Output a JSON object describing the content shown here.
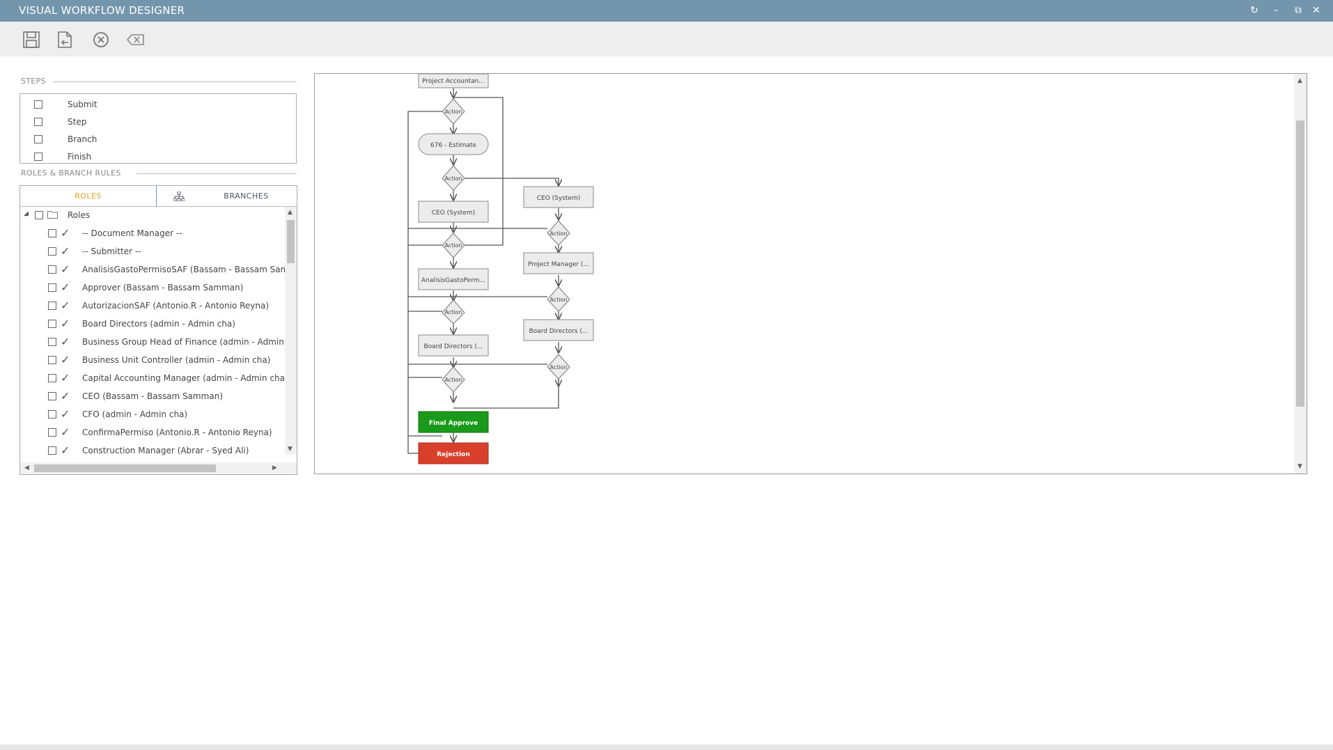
{
  "window": {
    "title": "VISUAL WORKFLOW DESIGNER",
    "controls": [
      "refresh-icon",
      "minimize-icon",
      "restore-icon",
      "close-icon"
    ]
  },
  "toolbar": {
    "buttons": [
      {
        "name": "save",
        "icon": "save-icon"
      },
      {
        "name": "export",
        "icon": "export-file-icon"
      },
      {
        "name": "cancel",
        "icon": "cancel-circle-icon"
      },
      {
        "name": "clear",
        "icon": "backspace-clear-icon"
      }
    ]
  },
  "steps": {
    "label": "STEPS",
    "items": [
      "Submit",
      "Step",
      "Branch",
      "Finish"
    ]
  },
  "roles_section": {
    "label": "ROLES & BRANCH RULES",
    "tabs": {
      "roles": "ROLES",
      "branches": "BRANCHES"
    },
    "root": "Roles",
    "items": [
      "-- Document Manager --",
      "-- Submitter --",
      "AnalisisGastoPermisoSAF (Bassam - Bassam Samman)",
      "Approver (Bassam - Bassam Samman)",
      "AutorizacionSAF (Antonio.R - Antonio Reyna)",
      "Board Directors (admin - Admin cha)",
      "Business Group Head of Finance (admin - Admin cha)",
      "Business Unit Controller (admin - Admin cha)",
      "Capital Accounting Manager (admin - Admin cha)",
      "CEO (Bassam - Bassam Samman)",
      "CFO (admin - Admin cha)",
      "ConfirmaPermiso (Antonio.R - Antonio Reyna)",
      "Construction Manager (Abrar - Syed Ali)"
    ]
  },
  "workflow": {
    "nodes": {
      "project_accountant": "Project Accountan...",
      "estimate": "676 - Estimate",
      "ceo_left": "CEO (System)",
      "ceo_right": "CEO (System)",
      "analisis": "AnalisisGastoPerm...",
      "project_manager": "Project Manager (...",
      "board_left": "Board Directors (...",
      "board_right": "Board Directors (...",
      "final_approve": "Final Approve",
      "rejection": "Rejection"
    },
    "action_label": "Action",
    "colors": {
      "approve": "#1a9a1a",
      "reject": "#d9402b",
      "node_fill": "#ececec",
      "node_stroke": "#888888"
    }
  }
}
